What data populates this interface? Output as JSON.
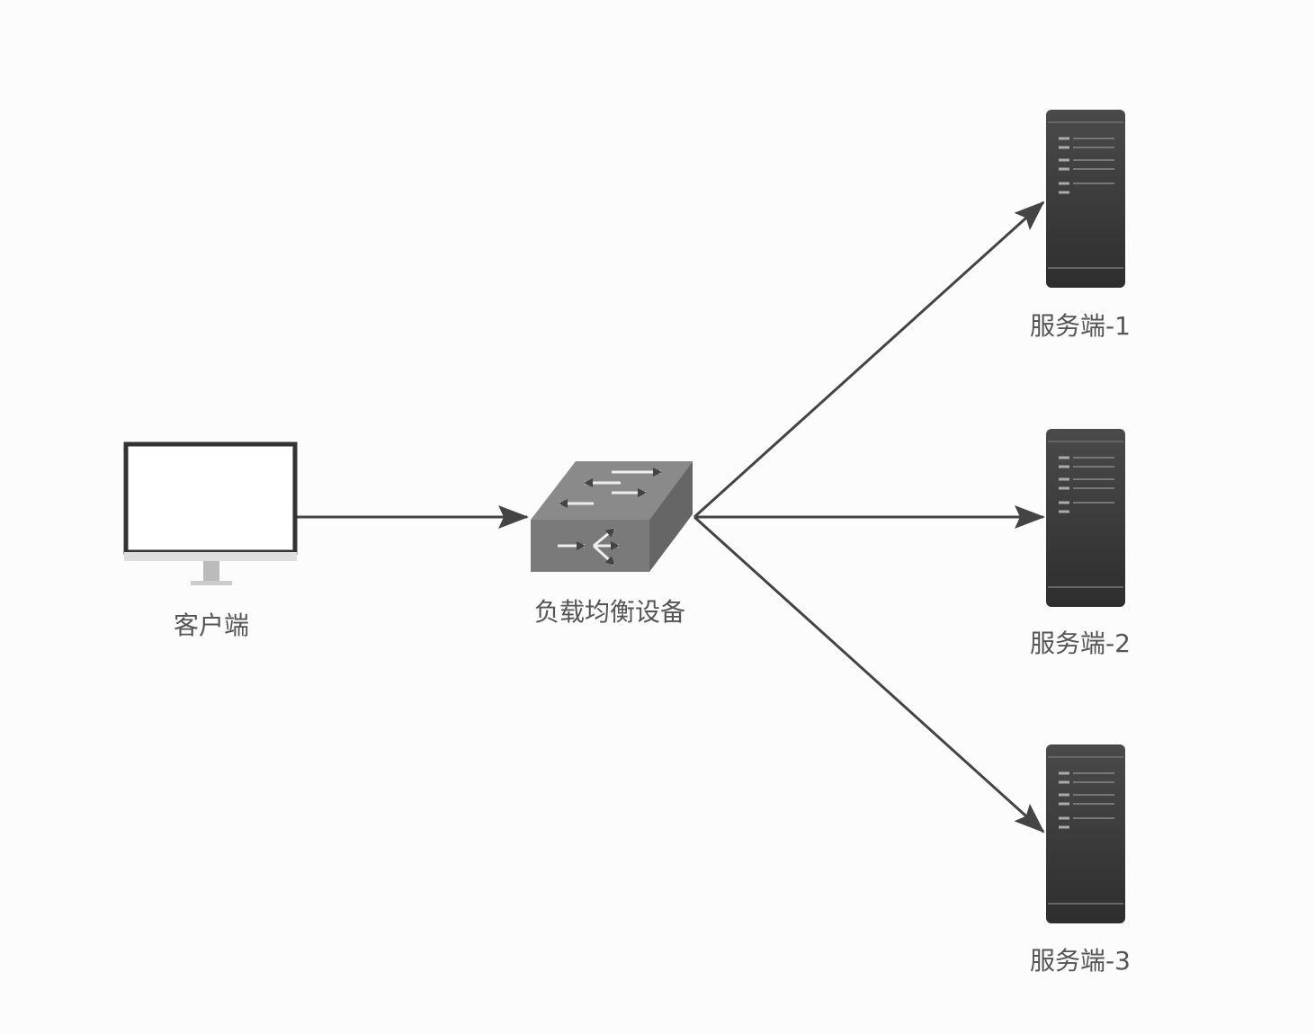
{
  "nodes": {
    "client": {
      "label": "客户端",
      "icon": "monitor-icon"
    },
    "load_balancer": {
      "label": "负载均衡设备",
      "icon": "switch-icon"
    },
    "servers": [
      {
        "label": "服务端-1",
        "icon": "server-icon"
      },
      {
        "label": "服务端-2",
        "icon": "server-icon"
      },
      {
        "label": "服务端-3",
        "icon": "server-icon"
      }
    ]
  },
  "colors": {
    "edge": "#444444",
    "server": "#3a3a3a",
    "switch": "#7a7a7a",
    "background": "#fcfcfc"
  }
}
